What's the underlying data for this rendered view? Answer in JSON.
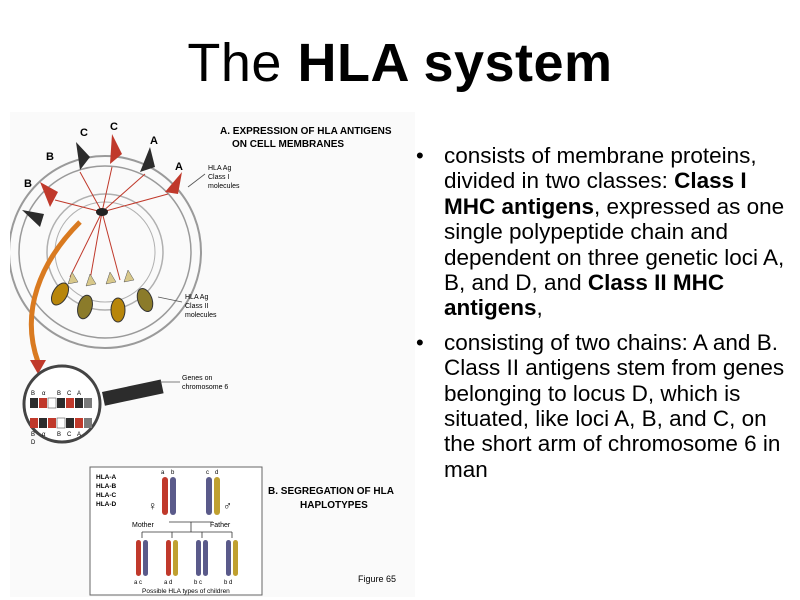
{
  "slide": {
    "title_prefix": "The ",
    "title_bold": "HLA system"
  },
  "figure": {
    "panel_a_title_line1": "A. EXPRESSION OF HLA ANTIGENS",
    "panel_a_title_line2": "ON CELL MEMBRANES",
    "label_class1_line1": "HLA Ag",
    "label_class1_line2": "Class I",
    "label_class1_line3": "molecules",
    "label_class2_line1": "HLA Ag",
    "label_class2_line2": "Class II",
    "label_class2_line3": "molecules",
    "label_genes_line1": "Genes on",
    "label_genes_line2": "chromosome 6",
    "locus_labels": [
      "HLA-A",
      "HLA-B",
      "HLA-C",
      "HLA-D"
    ],
    "panel_b_title_line1": "B. SEGREGATION OF HLA",
    "panel_b_title_line2": "HAPLOTYPES",
    "mother_label": "Mother",
    "father_label": "Father",
    "children_label": "Possible HLA types of children",
    "figure_number": "Figure 65",
    "antigen_letters": [
      "B",
      "B",
      "C",
      "C",
      "A",
      "A"
    ],
    "chrom_labels": [
      "B",
      "α",
      "B",
      "C",
      "A",
      "B",
      "α",
      "B",
      "C",
      "A",
      "D"
    ],
    "haplotype_letters": [
      "a",
      "b",
      "c",
      "d"
    ],
    "children_haplotypes": [
      "a c",
      "a d",
      "b c",
      "b d"
    ]
  },
  "bullets": [
    {
      "parts": [
        {
          "text": "consists of membrane proteins, divided in two classes: ",
          "bold": false
        },
        {
          "text": "Class I MHC antigens",
          "bold": true
        },
        {
          "text": ", expressed as one single polypeptide chain and dependent on three genetic loci A, B, and D, and ",
          "bold": false
        },
        {
          "text": "Class II MHC antigens",
          "bold": true
        },
        {
          "text": ",",
          "bold": false
        }
      ]
    },
    {
      "parts": [
        {
          "text": "consisting of two chains: A and B. Class II antigens stem from genes belonging to locus D, which is situated, like loci A, B, and C, on the short arm of chromosome 6 in man",
          "bold": false
        }
      ]
    }
  ]
}
